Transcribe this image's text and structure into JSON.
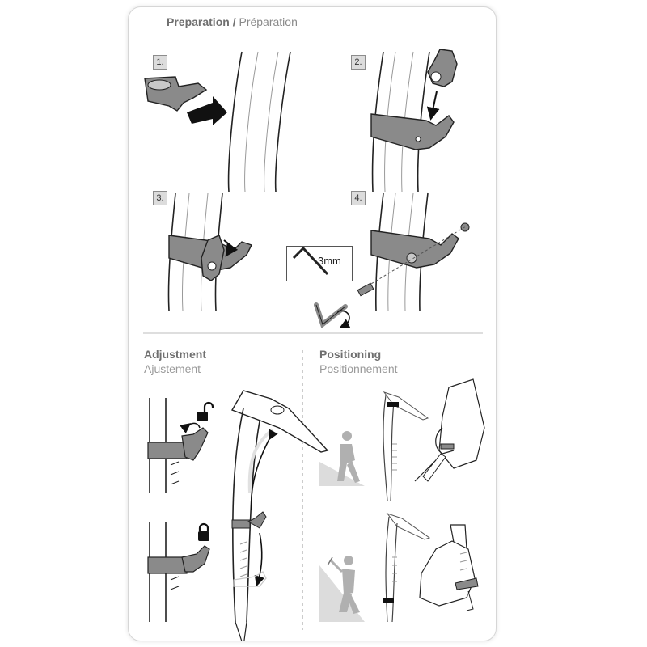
{
  "preparation": {
    "title_en": "Preparation",
    "separator": "/",
    "title_fr": "Préparation"
  },
  "steps": [
    "1.",
    "2.",
    "3.",
    "4."
  ],
  "tool": {
    "size": "3mm"
  },
  "adjustment": {
    "title_en": "Adjustment",
    "title_fr": "Ajustement"
  },
  "positioning": {
    "title_en": "Positioning",
    "title_fr": "Positionnement"
  },
  "icons": [
    "unlocked-padlock-icon",
    "locked-padlock-icon",
    "hex-key-icon",
    "rotate-arrow-icon",
    "climber-walking-icon",
    "climber-ice-icon"
  ],
  "colors": {
    "part_fill": "#8a8a8a",
    "line": "#2b2b2b",
    "card_border": "#d6d6d6",
    "slope": "#dcdcdc"
  }
}
